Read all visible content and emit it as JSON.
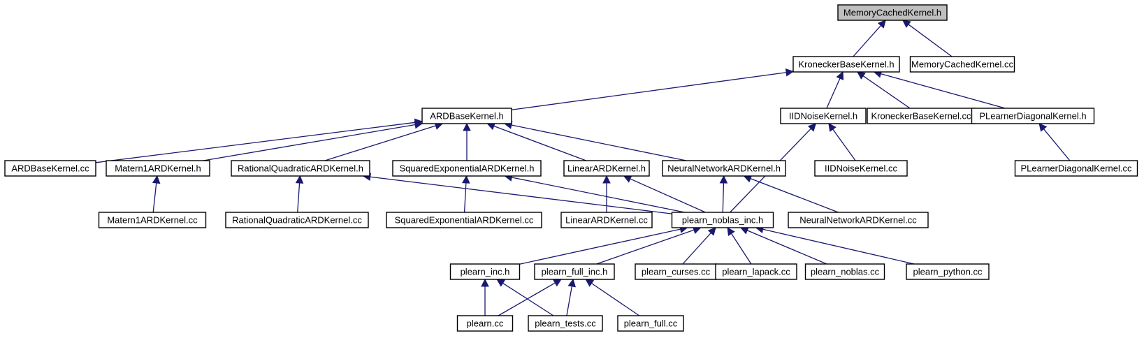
{
  "graph": {
    "edge_color": "#191970",
    "root_fill": "#bfbfbf",
    "node_fill": "#ffffff",
    "nodes": [
      {
        "id": "mck_h",
        "label": "MemoryCachedKernel.h",
        "root": true
      },
      {
        "id": "kbk_h",
        "label": "KroneckerBaseKernel.h"
      },
      {
        "id": "mck_cc",
        "label": "MemoryCachedKernel.cc"
      },
      {
        "id": "ard_h",
        "label": "ARDBaseKernel.h"
      },
      {
        "id": "iid_h",
        "label": "IIDNoiseKernel.h"
      },
      {
        "id": "kbk_cc",
        "label": "KroneckerBaseKernel.cc"
      },
      {
        "id": "pld_h",
        "label": "PLearnerDiagonalKernel.h"
      },
      {
        "id": "ard_cc",
        "label": "ARDBaseKernel.cc"
      },
      {
        "id": "m1_h",
        "label": "Matern1ARDKernel.h"
      },
      {
        "id": "rq_h",
        "label": "RationalQuadraticARDKernel.h"
      },
      {
        "id": "se_h",
        "label": "SquaredExponentialARDKernel.h"
      },
      {
        "id": "lin_h",
        "label": "LinearARDKernel.h"
      },
      {
        "id": "nn_h",
        "label": "NeuralNetworkARDKernel.h"
      },
      {
        "id": "iid_cc",
        "label": "IIDNoiseKernel.cc"
      },
      {
        "id": "pld_cc",
        "label": "PLearnerDiagonalKernel.cc"
      },
      {
        "id": "m1_cc",
        "label": "Matern1ARDKernel.cc"
      },
      {
        "id": "rq_cc",
        "label": "RationalQuadraticARDKernel.cc"
      },
      {
        "id": "se_cc",
        "label": "SquaredExponentialARDKernel.cc"
      },
      {
        "id": "lin_cc",
        "label": "LinearARDKernel.cc"
      },
      {
        "id": "pni_h",
        "label": "plearn_noblas_inc.h"
      },
      {
        "id": "nn_cc",
        "label": "NeuralNetworkARDKernel.cc"
      },
      {
        "id": "pinc_h",
        "label": "plearn_inc.h"
      },
      {
        "id": "pfinc_h",
        "label": "plearn_full_inc.h"
      },
      {
        "id": "pcurses",
        "label": "plearn_curses.cc"
      },
      {
        "id": "plapack",
        "label": "plearn_lapack.cc"
      },
      {
        "id": "pnoblas",
        "label": "plearn_noblas.cc"
      },
      {
        "id": "ppython",
        "label": "plearn_python.cc"
      },
      {
        "id": "plearn_cc",
        "label": "plearn.cc"
      },
      {
        "id": "ptests",
        "label": "plearn_tests.cc"
      },
      {
        "id": "pfull",
        "label": "plearn_full.cc"
      }
    ],
    "edges": [
      [
        "kbk_h",
        "mck_h"
      ],
      [
        "mck_cc",
        "mck_h"
      ],
      [
        "ard_h",
        "kbk_h"
      ],
      [
        "iid_h",
        "kbk_h"
      ],
      [
        "kbk_cc",
        "kbk_h"
      ],
      [
        "pld_h",
        "kbk_h"
      ],
      [
        "ard_cc",
        "ard_h"
      ],
      [
        "m1_h",
        "ard_h"
      ],
      [
        "rq_h",
        "ard_h"
      ],
      [
        "se_h",
        "ard_h"
      ],
      [
        "lin_h",
        "ard_h"
      ],
      [
        "nn_h",
        "ard_h"
      ],
      [
        "pni_h",
        "iid_h"
      ],
      [
        "iid_cc",
        "iid_h"
      ],
      [
        "pld_cc",
        "pld_h"
      ],
      [
        "m1_cc",
        "m1_h"
      ],
      [
        "rq_cc",
        "rq_h"
      ],
      [
        "pni_h",
        "rq_h"
      ],
      [
        "se_cc",
        "se_h"
      ],
      [
        "pni_h",
        "se_h"
      ],
      [
        "lin_cc",
        "lin_h"
      ],
      [
        "pni_h",
        "lin_h"
      ],
      [
        "pni_h",
        "nn_h"
      ],
      [
        "nn_cc",
        "nn_h"
      ],
      [
        "pinc_h",
        "pni_h"
      ],
      [
        "pfinc_h",
        "pni_h"
      ],
      [
        "pcurses",
        "pni_h"
      ],
      [
        "plapack",
        "pni_h"
      ],
      [
        "pnoblas",
        "pni_h"
      ],
      [
        "ppython",
        "pni_h"
      ],
      [
        "plearn_cc",
        "pinc_h"
      ],
      [
        "ptests",
        "pinc_h"
      ],
      [
        "plearn_cc",
        "pfinc_h"
      ],
      [
        "ptests",
        "pfinc_h"
      ],
      [
        "pfull",
        "pfinc_h"
      ]
    ]
  }
}
